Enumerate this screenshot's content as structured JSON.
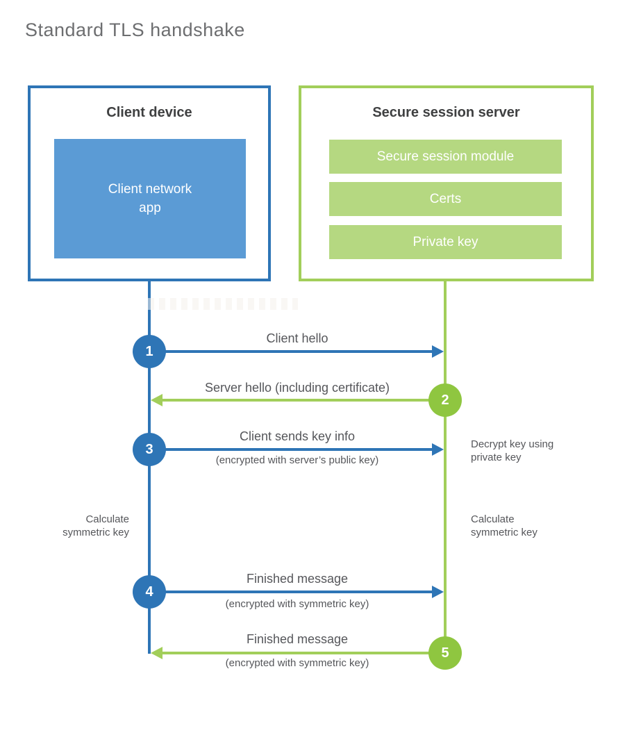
{
  "title": "Standard TLS handshake",
  "client": {
    "title": "Client device",
    "app": "Client network app"
  },
  "server": {
    "title": "Secure session server",
    "modules": [
      "Secure session module",
      "Certs",
      "Private key"
    ]
  },
  "steps": [
    {
      "num": "1",
      "from": "client",
      "to": "server",
      "direction": "right",
      "label": "Client hello",
      "sublabel": ""
    },
    {
      "num": "2",
      "from": "server",
      "to": "client",
      "direction": "left",
      "label": "Server hello (including certificate)",
      "sublabel": ""
    },
    {
      "num": "3",
      "from": "client",
      "to": "server",
      "direction": "right",
      "label": "Client sends key info",
      "sublabel": "(encrypted with server’s public key)"
    },
    {
      "num": "4",
      "from": "client",
      "to": "server",
      "direction": "right",
      "label": "Finished message",
      "sublabel": "(encrypted with symmetric key)"
    },
    {
      "num": "5",
      "from": "server",
      "to": "client",
      "direction": "left",
      "label": "Finished message",
      "sublabel": "(encrypted with symmetric key)"
    }
  ],
  "annotations": {
    "decrypt_note": "Decrypt key using private key",
    "client_calculate": "Calculate symmetric key",
    "server_calculate": "Calculate symmetric key"
  },
  "colors": {
    "client_primary": "#2e75b6",
    "client_fill": "#5b9bd5",
    "server_circle": "#8fc640",
    "server_line": "#a2ce5a",
    "server_fill": "#b5d881",
    "heading_text": "#3f4041",
    "label_text": "#55565a",
    "title_text": "#6d6e70"
  }
}
